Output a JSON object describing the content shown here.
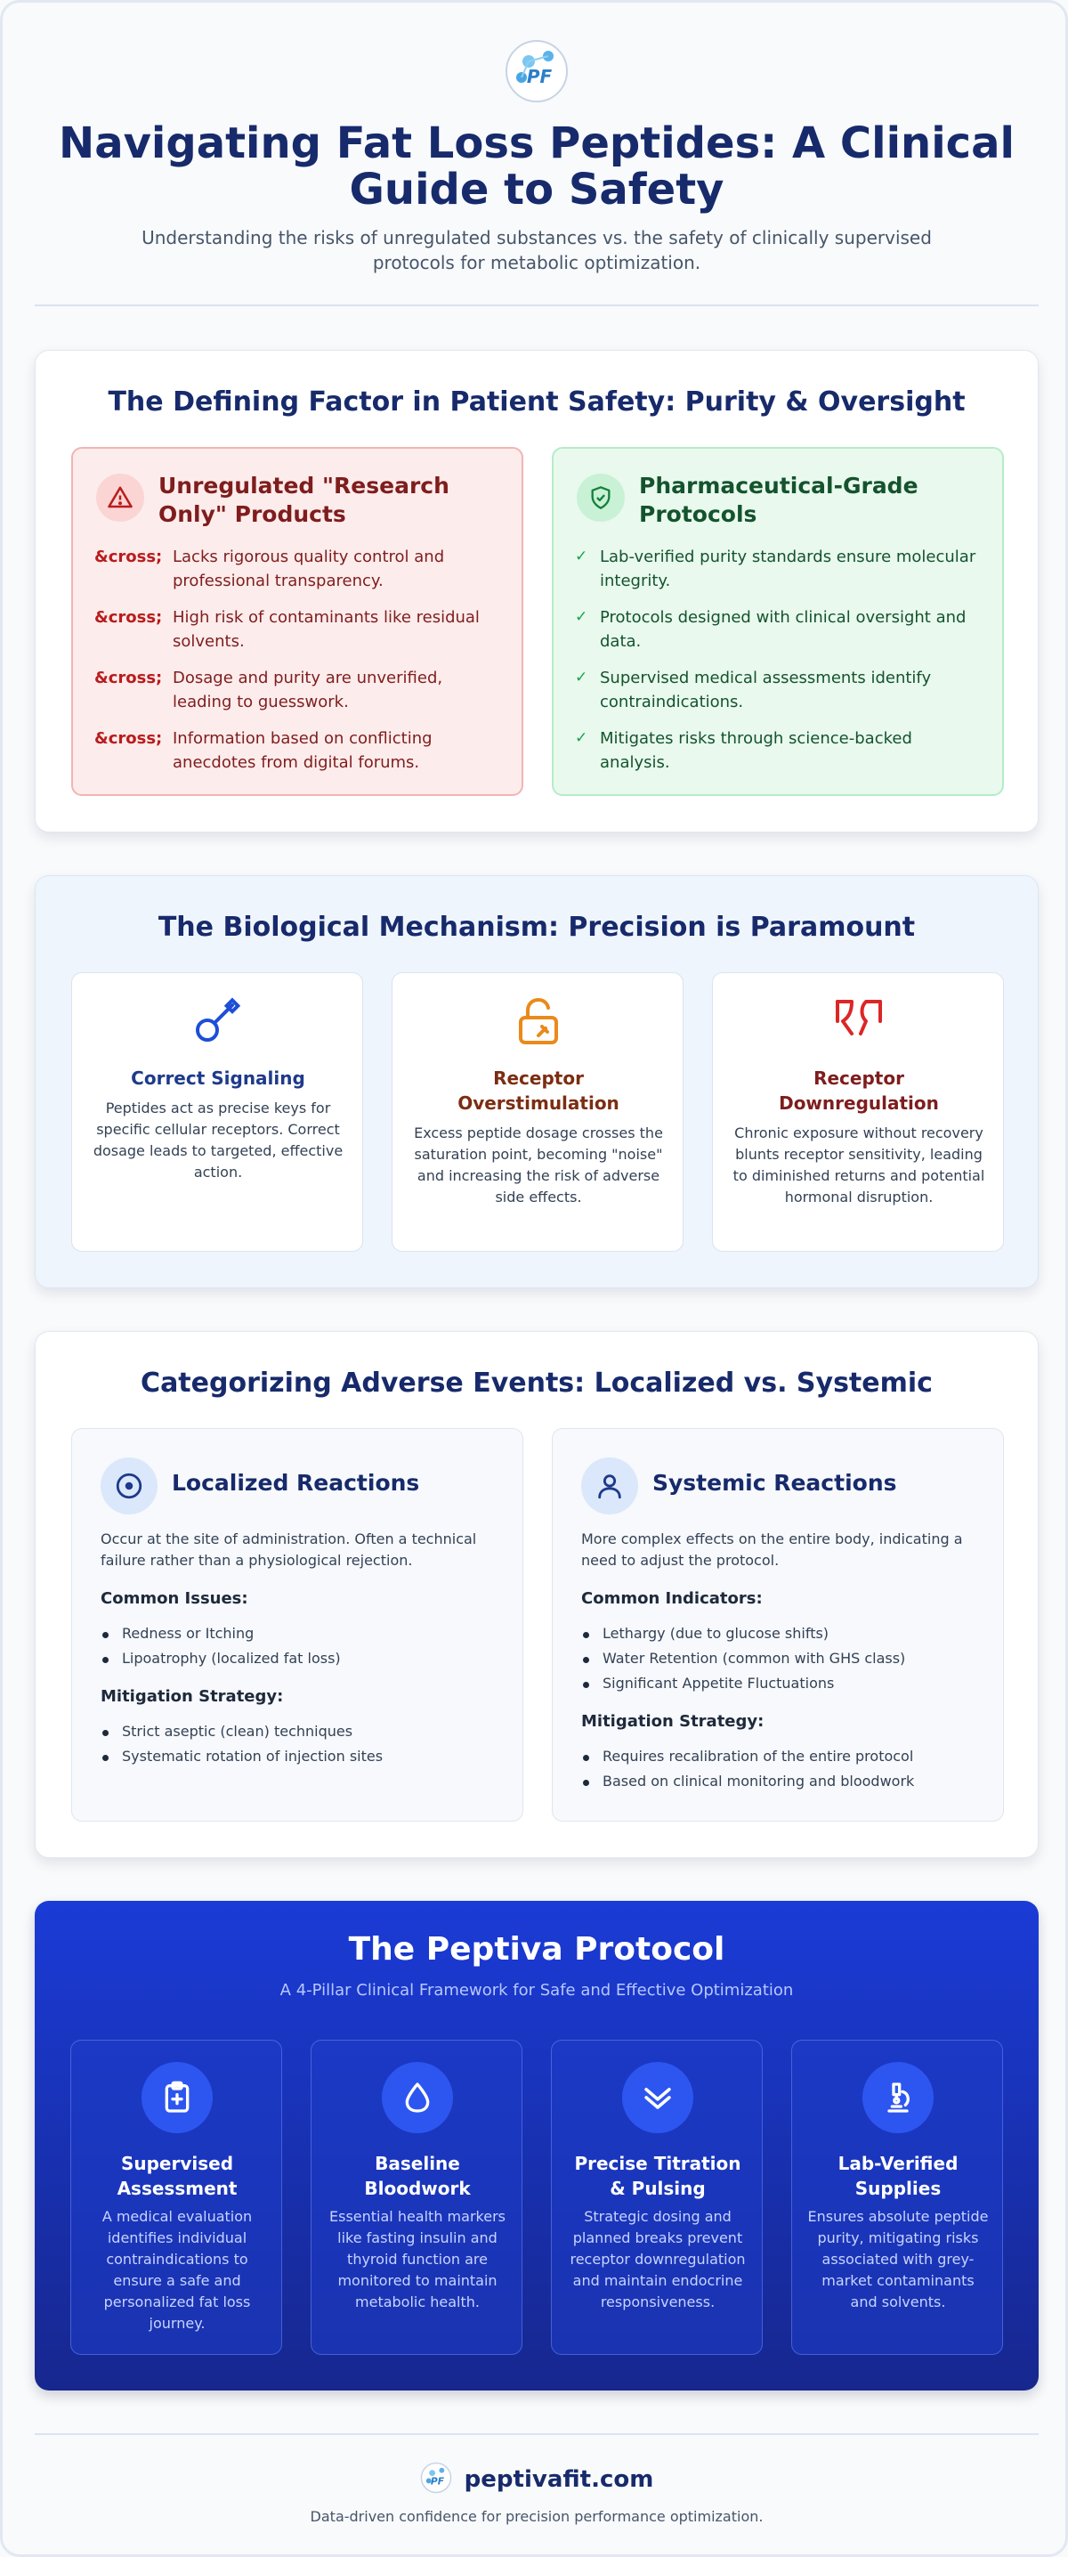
{
  "header": {
    "logo_text": "PF",
    "title": "Navigating Fat Loss Peptides: A Clinical Guide to Safety",
    "subtitle": "Understanding the risks of unregulated substances vs. the safety of clinically supervised protocols for metabolic optimization."
  },
  "purity": {
    "title": "The Defining Factor in Patient Safety: Purity & Oversight",
    "unregulated": {
      "icon": "warning-triangle-icon",
      "title": "Unregulated \"Research Only\" Products",
      "marker": "&cross;",
      "items": [
        "Lacks rigorous quality control and professional transparency.",
        "High risk of contaminants like residual solvents.",
        "Dosage and purity are unverified, leading to guesswork.",
        "Information based on conflicting anecdotes from digital forums."
      ]
    },
    "pharma": {
      "icon": "shield-check-icon",
      "title": "Pharmaceutical-Grade Protocols",
      "marker": "✓",
      "items": [
        "Lab-verified purity standards ensure molecular integrity.",
        "Protocols designed with clinical oversight and data.",
        "Supervised medical assessments identify contraindications.",
        "Mitigates risks through science-backed analysis."
      ]
    }
  },
  "mechanism": {
    "title": "The Biological Mechanism: Precision is Paramount",
    "cards": [
      {
        "icon": "key-icon",
        "title": "Correct Signaling",
        "desc": "Peptides act as precise keys for specific cellular receptors. Correct dosage leads to targeted, effective action.",
        "color": "#1e3a8a"
      },
      {
        "icon": "unlocked-lock-icon",
        "title": "Receptor Overstimulation",
        "desc": "Excess peptide dosage crosses the saturation point, becoming \"noise\" and increasing the risk of adverse side effects.",
        "color": "#7c2d12"
      },
      {
        "icon": "broken-receptor-icon",
        "title": "Receptor Downregulation",
        "desc": "Chronic exposure without recovery blunts receptor sensitivity, leading to diminished returns and potential hormonal disruption.",
        "color": "#7f1d1d"
      }
    ]
  },
  "adverse": {
    "title": "Categorizing Adverse Events: Localized vs. Systemic",
    "localized": {
      "icon": "target-icon",
      "title": "Localized Reactions",
      "desc": "Occur at the site of administration. Often a technical failure rather than a physiological rejection.",
      "issues_heading": "Common Issues:",
      "issues": [
        "Redness or Itching",
        "Lipoatrophy (localized fat loss)"
      ],
      "mitigation_heading": "Mitigation Strategy:",
      "mitigation": [
        "Strict aseptic (clean) techniques",
        "Systematic rotation of injection sites"
      ]
    },
    "systemic": {
      "icon": "person-icon",
      "title": "Systemic Reactions",
      "desc": "More complex effects on the entire body, indicating a need to adjust the protocol.",
      "issues_heading": "Common Indicators:",
      "issues": [
        "Lethargy (due to glucose shifts)",
        "Water Retention (common with GHS class)",
        "Significant Appetite Fluctuations"
      ],
      "mitigation_heading": "Mitigation Strategy:",
      "mitigation": [
        "Requires recalibration of the entire protocol",
        "Based on clinical monitoring and bloodwork"
      ]
    }
  },
  "protocol": {
    "title": "The Peptiva Protocol",
    "subtitle": "A 4-Pillar Clinical Framework for Safe and Effective Optimization",
    "pillars": [
      {
        "icon": "clipboard-plus-icon",
        "title": "Supervised Assessment",
        "desc": "A medical evaluation identifies individual contraindications to ensure a safe and personalized fat loss journey."
      },
      {
        "icon": "droplet-icon",
        "title": "Baseline Bloodwork",
        "desc": "Essential health markers like fasting insulin and thyroid function are monitored to maintain metabolic health."
      },
      {
        "icon": "double-chevron-down-icon",
        "title": "Precise Titration & Pulsing",
        "desc": "Strategic dosing and planned breaks prevent receptor downregulation and maintain endocrine responsiveness."
      },
      {
        "icon": "microscope-icon",
        "title": "Lab-Verified Supplies",
        "desc": "Ensures absolute peptide purity, mitigating risks associated with grey-market contaminants and solvents."
      }
    ]
  },
  "footer": {
    "brand": "peptivafit.com",
    "tagline": "Data-driven confidence for precision performance optimization."
  }
}
